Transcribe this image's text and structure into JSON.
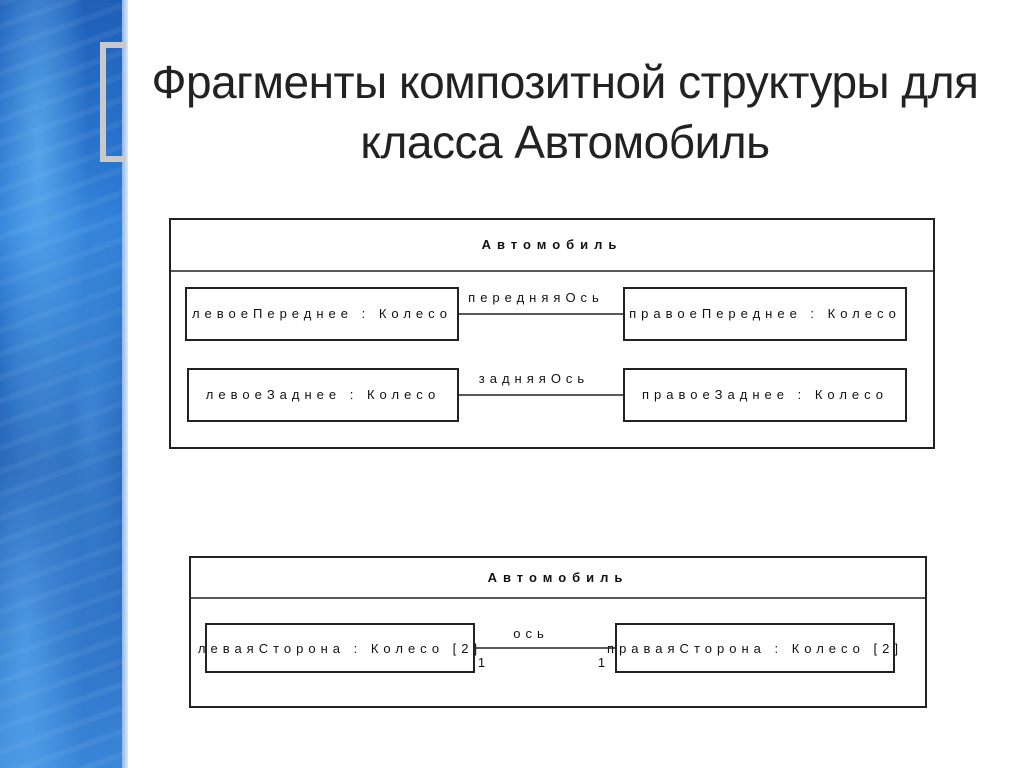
{
  "slide": {
    "title_line1": "Фрагменты композитной структуры для",
    "title_line2": "класса Автомобиль"
  },
  "diagram1": {
    "class_name": "Автомобиль",
    "parts": {
      "front_left": "левоеПереднее : Колесо",
      "front_right": "правоеПереднее : Колесо",
      "rear_left": "левоеЗаднее : Колесо",
      "rear_right": "правоеЗаднее : Колесо"
    },
    "connectors": {
      "front": "передняяОсь",
      "rear": "задняяОсь"
    }
  },
  "diagram2": {
    "class_name": "Автомобиль",
    "parts": {
      "left": "леваяСторона : Колесо [2]",
      "right": "праваяСторона : Колесо [2]"
    },
    "connector": {
      "label": "ось",
      "mult_left": "1",
      "mult_right": "1"
    }
  }
}
